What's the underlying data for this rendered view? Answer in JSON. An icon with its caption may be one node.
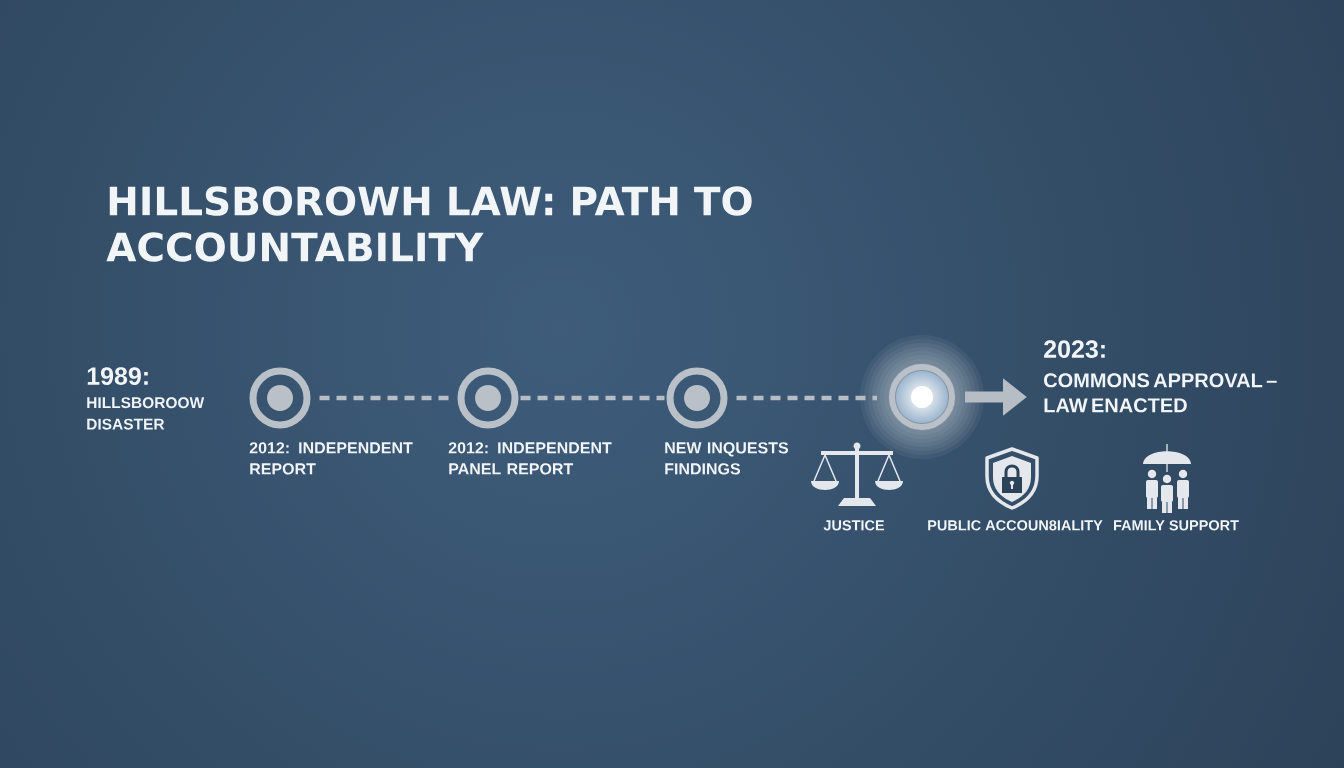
{
  "diagram": {
    "title": "HILLSBOROWH LAW: PATH TO ACCOUNTABILITY",
    "nodes": [
      {
        "text": [],
        "shape": "circle",
        "beside": [
          "2012: INDEPENDENT REPORT"
        ]
      },
      {
        "text": [],
        "shape": "circle",
        "beside": [
          "2012: INDEPENDENT PANEL REPORT"
        ]
      },
      {
        "text": [],
        "shape": "circle",
        "beside": [
          "NEW INQUESTS FINDINGS"
        ]
      },
      {
        "text": [],
        "shape": "circle"
      },
      {
        "text": [
          "2023:",
          "COMMONS APPROVAL – LAW ENACTED"
        ]
      }
    ],
    "edges": [
      {
        "from": 0,
        "to": 1,
        "arrow": "none",
        "style": "dashed"
      },
      {
        "from": 1,
        "to": 2,
        "arrow": "none",
        "style": "dashed"
      },
      {
        "from": 2,
        "to": 3,
        "arrow": "none",
        "style": "dashed"
      },
      {
        "from": 3,
        "to": 4,
        "arrow": "to",
        "style": "thick"
      }
    ],
    "labels": [
      "1989:",
      "HILLSBOROOW DISASTER",
      "JUSTICE",
      "PUBLIC ACCOUN8IALITY",
      "FAMILY SUPPORT"
    ]
  }
}
